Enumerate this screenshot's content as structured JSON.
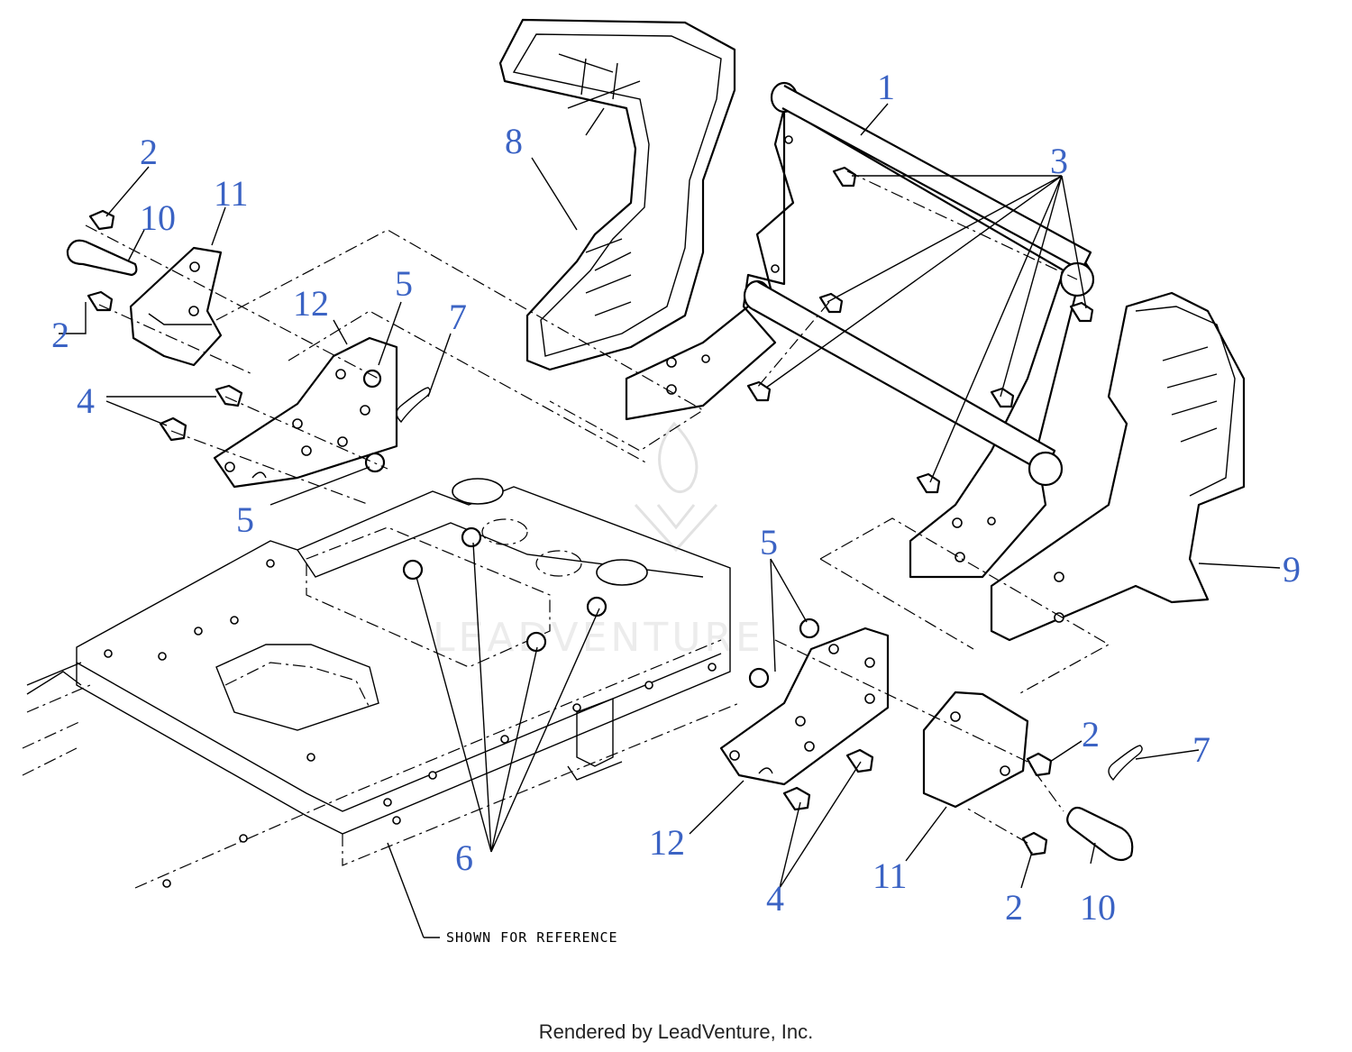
{
  "callouts": {
    "c1": "1",
    "c2a": "2",
    "c2b": "2",
    "c2c": "2",
    "c2d": "2",
    "c3": "3",
    "c4a": "4",
    "c4b": "4",
    "c5a": "5",
    "c5b": "5",
    "c5c": "5",
    "c6": "6",
    "c7a": "7",
    "c7b": "7",
    "c8": "8",
    "c9": "9",
    "c10a": "10",
    "c10b": "10",
    "c11a": "11",
    "c11b": "11",
    "c12a": "12",
    "c12b": "12"
  },
  "reference_note": "SHOWN FOR REFERENCE",
  "watermark_text": "LEADVENTURE",
  "footer": "Rendered by LeadVenture, Inc.",
  "colors": {
    "callout": "#3b63c4",
    "line": "#000000"
  }
}
